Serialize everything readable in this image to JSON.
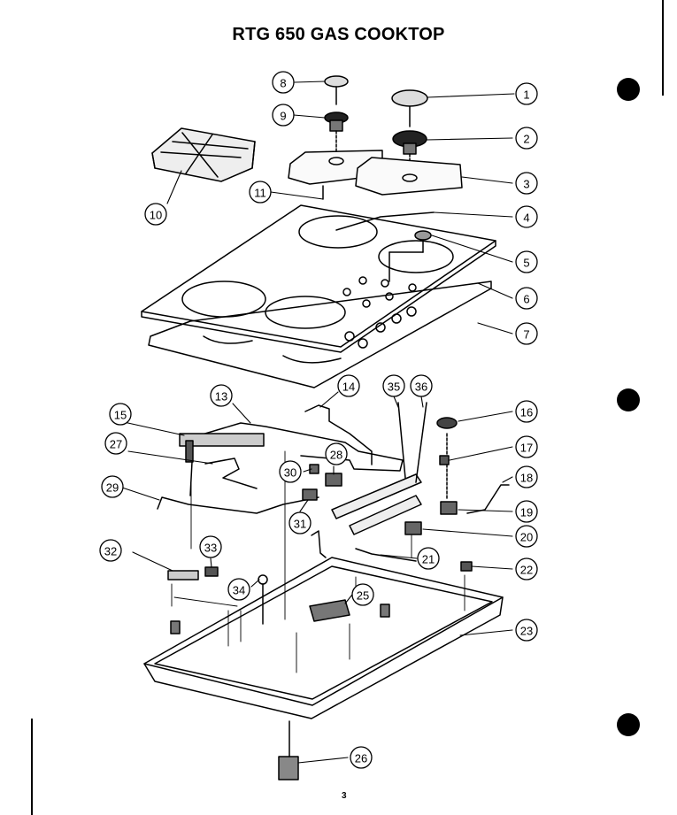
{
  "title": "RTG 650 GAS COOKTOP",
  "page_number": "3",
  "callouts": [
    "1",
    "2",
    "3",
    "4",
    "5",
    "6",
    "7",
    "8",
    "9",
    "10",
    "11",
    "13",
    "14",
    "15",
    "16",
    "17",
    "18",
    "19",
    "20",
    "21",
    "22",
    "23",
    "25",
    "26",
    "27",
    "28",
    "29",
    "30",
    "31",
    "32",
    "33",
    "34",
    "35",
    "36"
  ]
}
